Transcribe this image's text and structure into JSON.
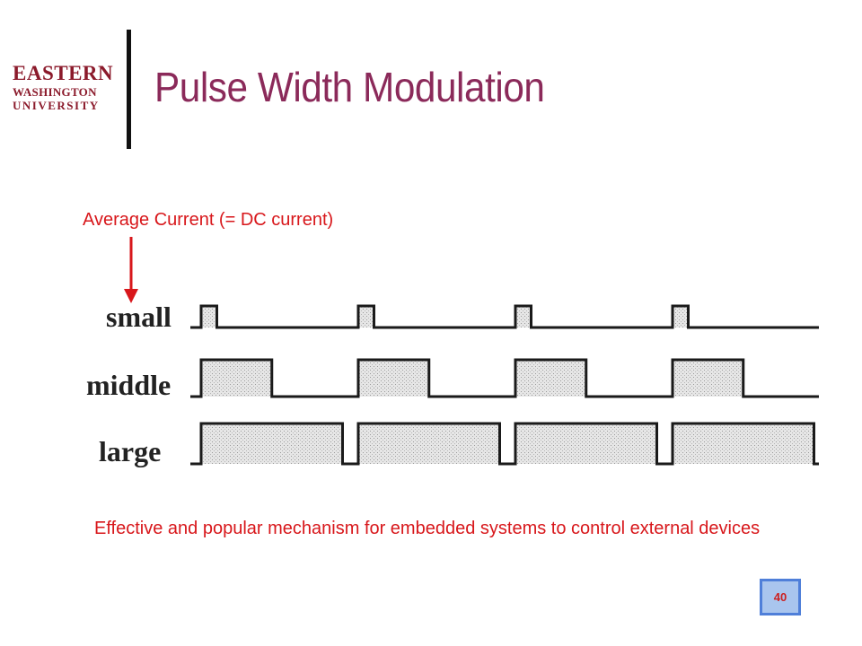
{
  "logo": {
    "line1": "EASTERN",
    "line2": "WASHINGTON",
    "line3": "UNIVERSITY"
  },
  "title": "Pulse Width Modulation",
  "average_label": "Average Current (= DC current)",
  "waveforms": [
    {
      "label": "small",
      "duty_cycle": 0.1,
      "periods": 4
    },
    {
      "label": "middle",
      "duty_cycle": 0.45,
      "periods": 4
    },
    {
      "label": "large",
      "duty_cycle": 0.9,
      "periods": 4
    }
  ],
  "description": "Effective and popular mechanism for embedded systems to control external devices",
  "page_number": "40",
  "colors": {
    "title": "#8b2a5a",
    "logo": "#8b1a2b",
    "accent_red": "#d8171b",
    "page_box_border": "#4f7fd9",
    "page_box_fill": "#a9c5ee"
  }
}
